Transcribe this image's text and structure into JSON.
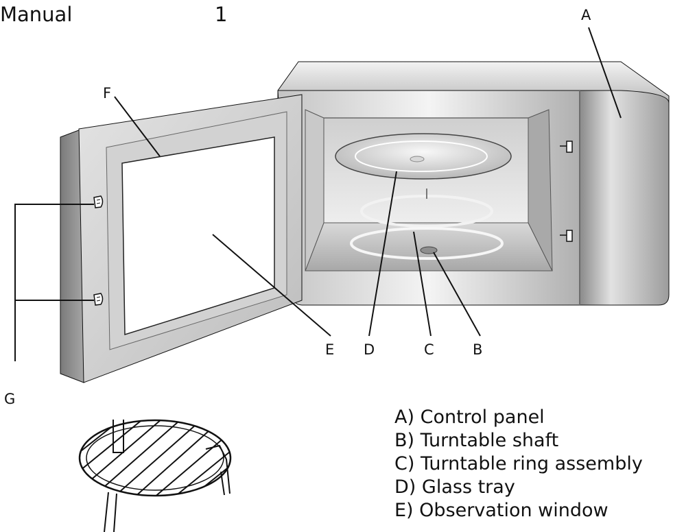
{
  "header": {
    "title": "Manual",
    "page_number": "1"
  },
  "callouts": {
    "A": "A",
    "B": "B",
    "C": "C",
    "D": "D",
    "E": "E",
    "F": "F",
    "G": "G"
  },
  "legend": [
    {
      "letter": "A",
      "text": "A) Control panel"
    },
    {
      "letter": "B",
      "text": "B) Turntable shaft"
    },
    {
      "letter": "C",
      "text": "C) Turntable ring assembly"
    },
    {
      "letter": "D",
      "text": "D) Glass tray"
    },
    {
      "letter": "E",
      "text": "E) Observation window"
    }
  ],
  "colors": {
    "line": "#111111",
    "body_light": "#e6e6e6",
    "body_mid": "#bdbdbd",
    "body_dark": "#8c8c8c",
    "cavity": "#d7d7d7",
    "window": "#ffffff",
    "background": "#ffffff"
  },
  "icons": [
    "door-latch-icon",
    "door-hook-icon",
    "grill-rack-icon"
  ]
}
